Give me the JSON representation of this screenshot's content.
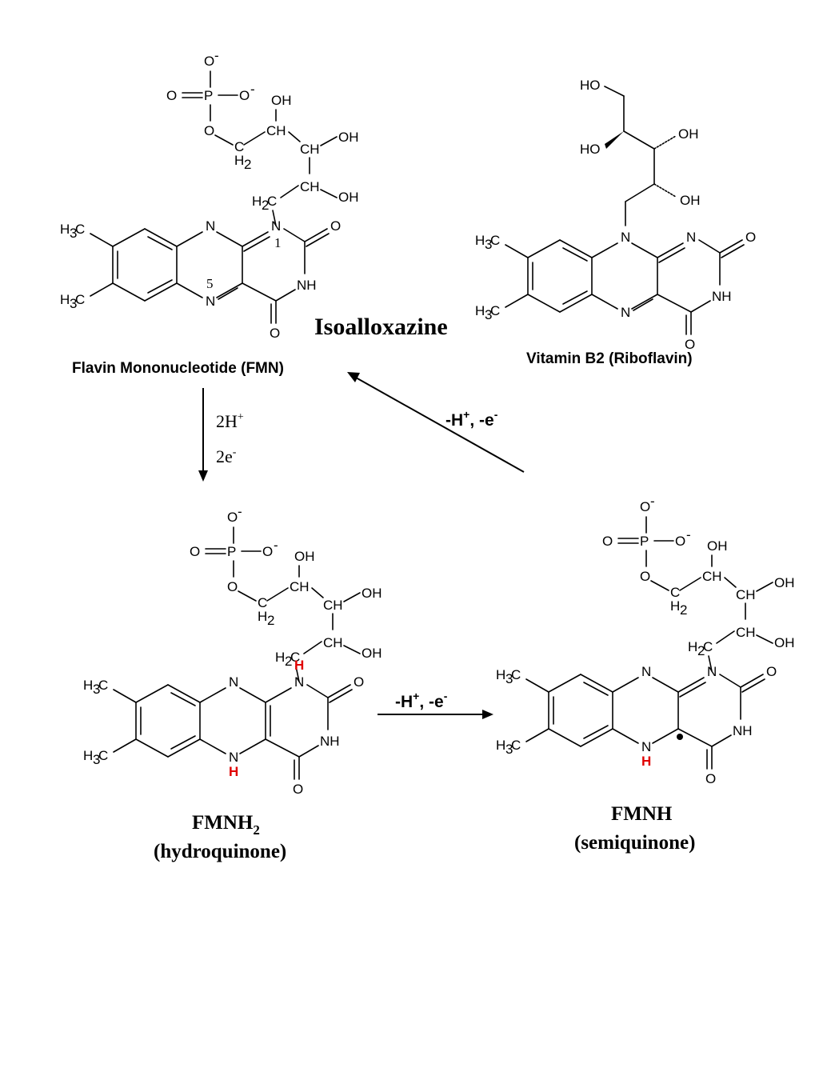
{
  "labels": {
    "isoalloxazine": "Isoalloxazine",
    "fmn_caption": "Flavin Mononucleotide (FMN)",
    "riboflavin_caption": "Vitamin B2 (Riboflavin)",
    "fmnh2_name": "FMNH",
    "fmnh2_sub": "2",
    "fmnh2_desc": "(hydroquinone)",
    "fmnh_name": "FMNH",
    "fmnh_desc": "(semiquinone)"
  },
  "ring_numbers": {
    "n1": "1",
    "n5": "5"
  },
  "conditions": {
    "down_h": "2H",
    "down_h_sup": "+",
    "down_e": "2e",
    "down_e_sup": "-",
    "right_text": "-H",
    "right_sup1": "+",
    "right_mid": ", -e",
    "right_sup2": "-",
    "diag_text": "-H",
    "diag_sup1": "+",
    "diag_mid": ", -e",
    "diag_sup2": "-"
  },
  "atoms": {
    "o": "O",
    "o_minus": "-",
    "p": "P",
    "oh": "OH",
    "ho": "HO",
    "ch": "CH",
    "c": "C",
    "h": "H",
    "h2": "2",
    "n": "N",
    "nh": "NH",
    "h3": "3",
    "h_red": "H"
  },
  "colors": {
    "highlight_h": "#e00000"
  }
}
